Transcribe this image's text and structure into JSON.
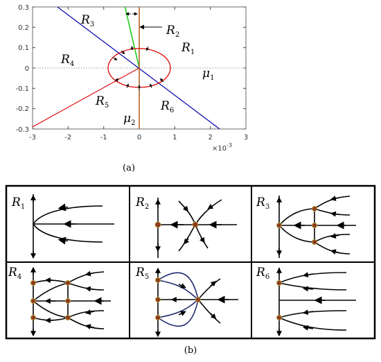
{
  "figure_a": {
    "caption": "(a)",
    "y_ticks": [
      "0.3",
      "0.2",
      "0.1",
      "0",
      "-0.1",
      "-0.2",
      "-0.3"
    ],
    "x_ticks": [
      "-3",
      "-2",
      "-1",
      "0",
      "1",
      "2",
      "3"
    ],
    "x_scale": "×10",
    "x_scale_exp": "-3",
    "regions": [
      {
        "letter": "R",
        "sub": "3"
      },
      {
        "letter": "R",
        "sub": "2"
      },
      {
        "letter": "R",
        "sub": "1"
      },
      {
        "letter": "R",
        "sub": "4"
      },
      {
        "letter": "R",
        "sub": "5"
      },
      {
        "letter": "R",
        "sub": "6"
      }
    ],
    "mu1": {
      "letter": "μ",
      "sub": "1"
    },
    "mu2": {
      "letter": "μ",
      "sub": "2"
    },
    "colors": {
      "blue_line": "#0000aa",
      "red_line": "#dd0000",
      "green_line": "#22cc22",
      "brown_line": "#b05a1a",
      "circle": "#dd0000"
    }
  },
  "figure_b": {
    "caption": "(b)",
    "panels": [
      {
        "letter": "R",
        "sub": "1"
      },
      {
        "letter": "R",
        "sub": "2"
      },
      {
        "letter": "R",
        "sub": "3"
      },
      {
        "letter": "R",
        "sub": "4"
      },
      {
        "letter": "R",
        "sub": "5"
      },
      {
        "letter": "R",
        "sub": "6"
      }
    ]
  }
}
